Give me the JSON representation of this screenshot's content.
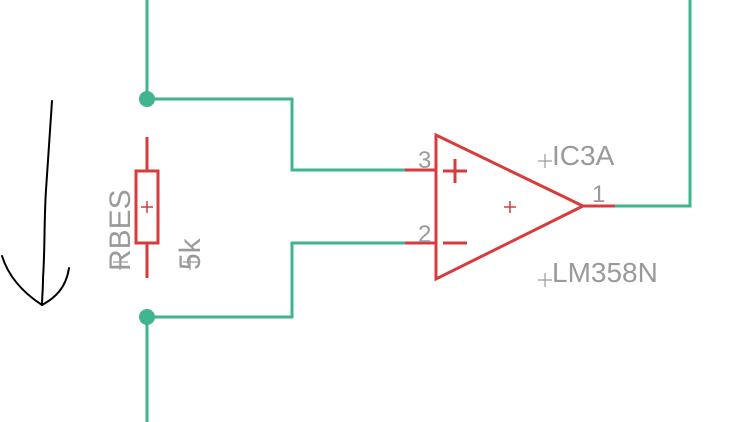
{
  "resistor": {
    "name": "RBES",
    "value": "5k"
  },
  "opamp": {
    "name": "IC3A",
    "value": "LM358N",
    "pin_noninverting": "3",
    "pin_inverting": "2",
    "pin_output": "1",
    "plus_symbol": "+",
    "minus_symbol": "−"
  },
  "colors": {
    "wire": "#3fb58f",
    "part": "#d93a3a",
    "label": "#9a9a9a",
    "annotation": "#000000"
  }
}
